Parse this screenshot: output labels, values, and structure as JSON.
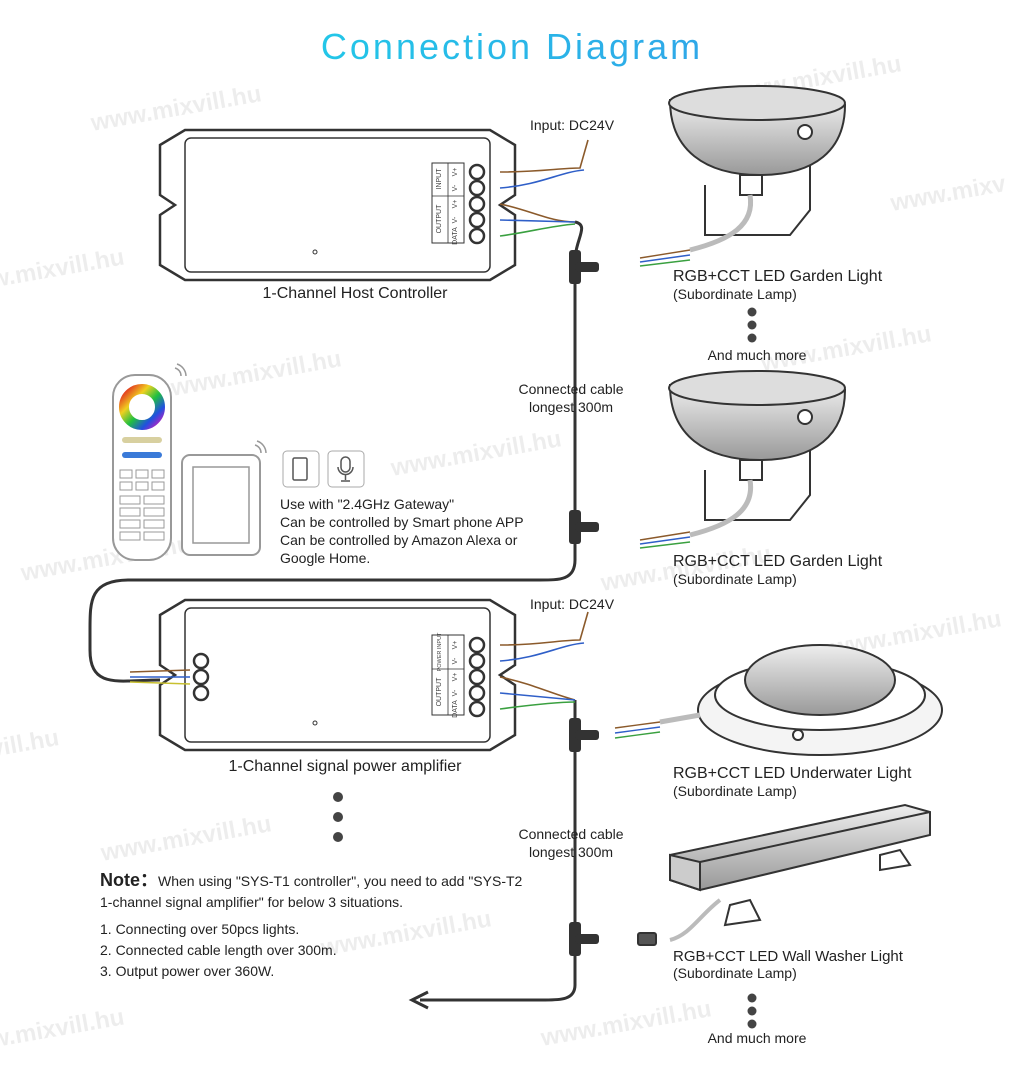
{
  "title": "Connection Diagram",
  "watermark": "www.mixvill.hu",
  "host_controller": {
    "label": "1-Channel Host Controller",
    "input": "Input: DC24V",
    "terminals": {
      "input": "INPUT",
      "output": "OUTPUT",
      "vplus": "V+",
      "vminus": "V-",
      "data": "DATA"
    }
  },
  "amplifier": {
    "label": "1-Channel signal power amplifier",
    "input": "Input: DC24V",
    "terminals": {
      "input": "POWER INPUT",
      "output": "OUTPUT",
      "vplus": "V+",
      "vminus": "V-",
      "data": "DATA"
    }
  },
  "cable_labels": [
    {
      "line1": "Connected cable",
      "line2": "longest 300m"
    },
    {
      "line1": "Connected cable",
      "line2": "longest 300m"
    }
  ],
  "gateway_text": [
    "Use with \"2.4GHz Gateway\"",
    "Can be controlled by Smart phone APP",
    "Can be controlled by Amazon Alexa or",
    "Google Home."
  ],
  "lamps": [
    {
      "name": "RGB+CCT LED Garden Light",
      "sub": "(Subordinate Lamp)"
    },
    {
      "name": "RGB+CCT LED Garden Light",
      "sub": "(Subordinate Lamp)"
    },
    {
      "name": "RGB+CCT LED Underwater Light",
      "sub": "(Subordinate Lamp)"
    },
    {
      "name": "RGB+CCT LED Wall Washer Light",
      "sub": "(Subordinate Lamp)"
    }
  ],
  "more_labels": [
    "And much more",
    "And much more"
  ],
  "note": {
    "heading": "Note：",
    "text1": "When using \"SYS-T1 controller\", you need to add \"SYS-T2",
    "text2": "1-channel signal amplifier\" for below 3 situations.",
    "items": [
      "1. Connecting over 50pcs lights.",
      "2. Connected cable length over 300m.",
      "3. Output power over 360W."
    ]
  },
  "colors": {
    "title_start": "#18e0e8",
    "title_end": "#3a8ee8",
    "wire_brown": "#8b5a2b",
    "wire_blue": "#2f5fc8",
    "wire_green": "#3aa040"
  }
}
